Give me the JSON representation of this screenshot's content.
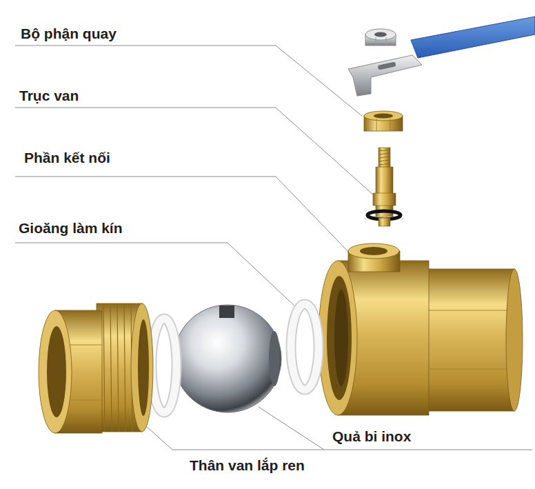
{
  "diagram": {
    "labels": [
      "Bộ phận quay",
      "Trục van",
      "Phần kết nối",
      "Gioăng làm kín",
      "Quả bi inox",
      "Thân van lắp ren"
    ]
  }
}
